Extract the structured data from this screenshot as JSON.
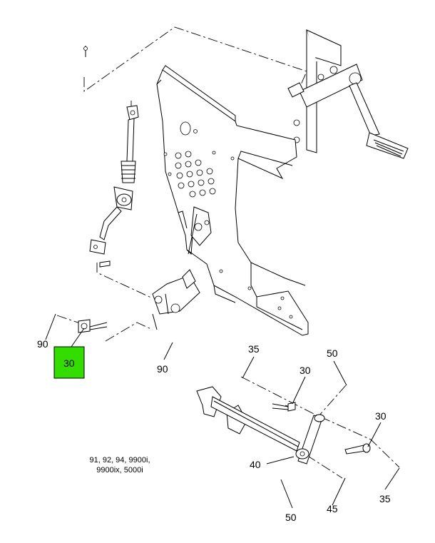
{
  "callouts": [
    {
      "id": "90-left",
      "text": "90"
    },
    {
      "id": "30-highlight",
      "text": "30",
      "highlight": "#33dd00"
    },
    {
      "id": "90-bottom",
      "text": "90"
    },
    {
      "id": "35-top",
      "text": "35"
    },
    {
      "id": "30-mid",
      "text": "30"
    },
    {
      "id": "50-top",
      "text": "50"
    },
    {
      "id": "30-right",
      "text": "30"
    },
    {
      "id": "40",
      "text": "40"
    },
    {
      "id": "50-bottom",
      "text": "50"
    },
    {
      "id": "45",
      "text": "45"
    },
    {
      "id": "35-bottom",
      "text": "35"
    }
  ],
  "model_note": {
    "line1": "91, 92, 94, 9900i,",
    "line2": "9900ix, 5000i"
  },
  "colors": {
    "highlight": "#33dd00",
    "ink": "#000000"
  }
}
